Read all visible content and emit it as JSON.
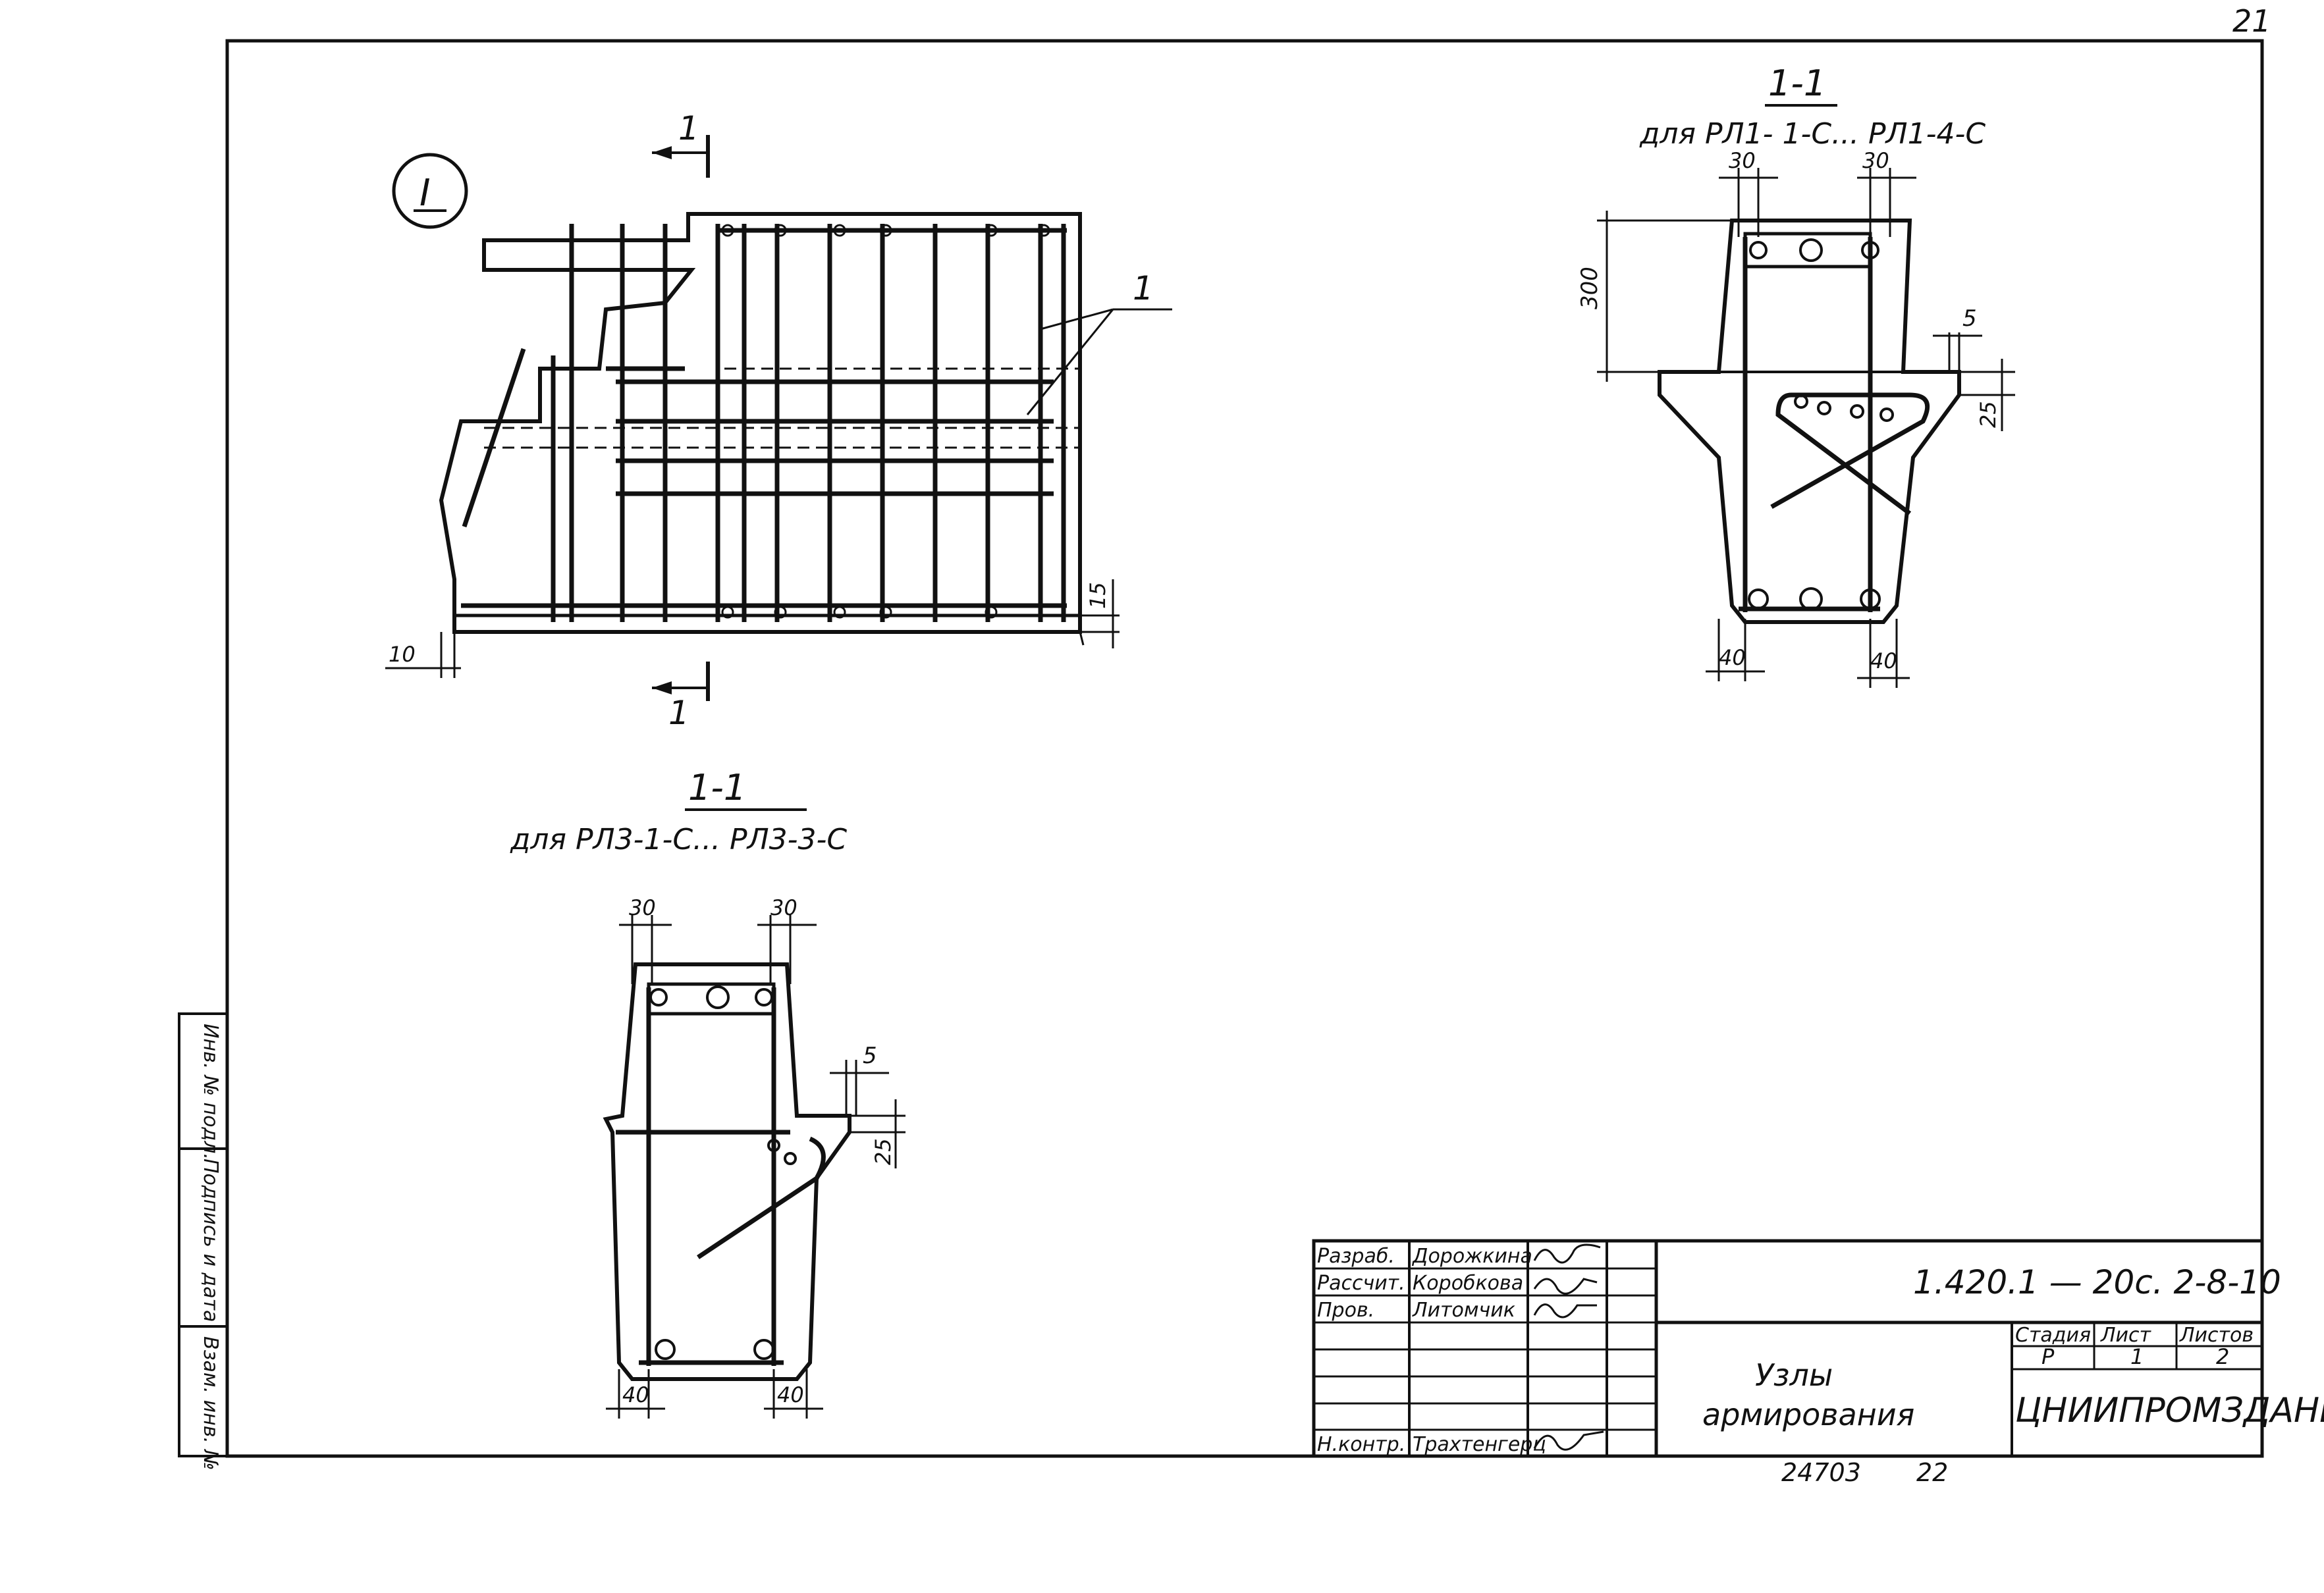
{
  "sheet_number": "21",
  "detail": {
    "marker": "I",
    "section_mark": "1",
    "callout": "1",
    "dims": {
      "bottom_cover": "15",
      "left_offset": "10"
    }
  },
  "section_top": {
    "title": "1-1",
    "subtitle": "для   РЛ1- 1-С... РЛ1-4-С",
    "dims": {
      "top_left": "30",
      "top_right": "30",
      "height": "300",
      "ledge": "5",
      "ledge_h": "25",
      "bottom_left": "40",
      "bottom_right": "40"
    }
  },
  "section_bottom": {
    "title": "1-1",
    "subtitle": "для   РЛ3-1-С... РЛ3-3-С",
    "dims": {
      "top_left": "30",
      "top_right": "30",
      "ledge": "5",
      "ledge_h": "25",
      "bottom_left": "40",
      "bottom_right": "40"
    }
  },
  "side_stamp": {
    "cells": [
      "Инв. № подл.",
      "Подпись и дата",
      "Взам. инв. №"
    ]
  },
  "title_block": {
    "roles": [
      {
        "role": "Разраб.",
        "name": "Дорожкина"
      },
      {
        "role": "Рассчит.",
        "name": "Коробкова"
      },
      {
        "role": "Пров.",
        "name": "Литомчик"
      },
      {
        "role": "Н.контр.",
        "name": "Трахтенгерц"
      }
    ],
    "code": "1.420.1 — 20с. 2-8-10",
    "title_line1": "Узлы",
    "title_line2": "армирования",
    "stage_label": "Стадия",
    "sheet_label": "Лист",
    "sheets_label": "Листов",
    "stage": "Р",
    "sheet": "1",
    "sheets": "2",
    "org": "ЦНИИПРОМЗДАНИЙ"
  },
  "footer": {
    "archive": "24703",
    "page": "22"
  }
}
